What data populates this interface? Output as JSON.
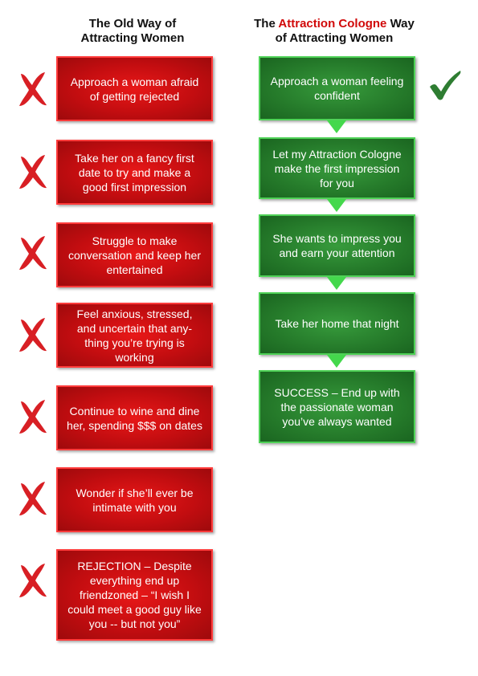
{
  "left_column": {
    "heading": [
      "The Old Way of",
      "Attracting Women"
    ],
    "items": [
      "Approach a woman afraid of getting rejected",
      "Take her on a fancy first date to try and make a good first impression",
      "Struggle to make conversation and keep her entertained",
      "Feel anxious, stressed, and uncertain that any-thing you’re trying is working",
      "Continue to wine and dine her, spending $$$ on dates",
      "Wonder if she’ll ever be intimate with you",
      "REJECTION – Despite everything end up friendzoned – “I wish I could meet a good guy like you -- but not you”"
    ],
    "marker_icon": "x-mark-icon"
  },
  "right_column": {
    "heading_prefix": "The ",
    "heading_brand": "Attraction Cologne",
    "heading_suffix": " Way",
    "heading_line2": "of Attracting Women",
    "items": [
      "Approach a woman feeling confident",
      "Let my Attraction Cologne make the first impression for you",
      "She wants to impress you and earn your attention",
      "Take her home that night",
      "SUCCESS – End up with the passionate woman you’ve always wanted"
    ],
    "marker_icon": "check-mark-icon",
    "connector_icon": "down-arrow-icon"
  },
  "colors": {
    "red_box": "#c30d10",
    "red_border": "#ff3b3b",
    "green_box": "#257a2a",
    "green_border": "#4fd257",
    "brand_text": "#d10a0a",
    "x_mark": "#d81f24",
    "check_mark": "#2e7d32",
    "arrow": "#44d84c"
  }
}
